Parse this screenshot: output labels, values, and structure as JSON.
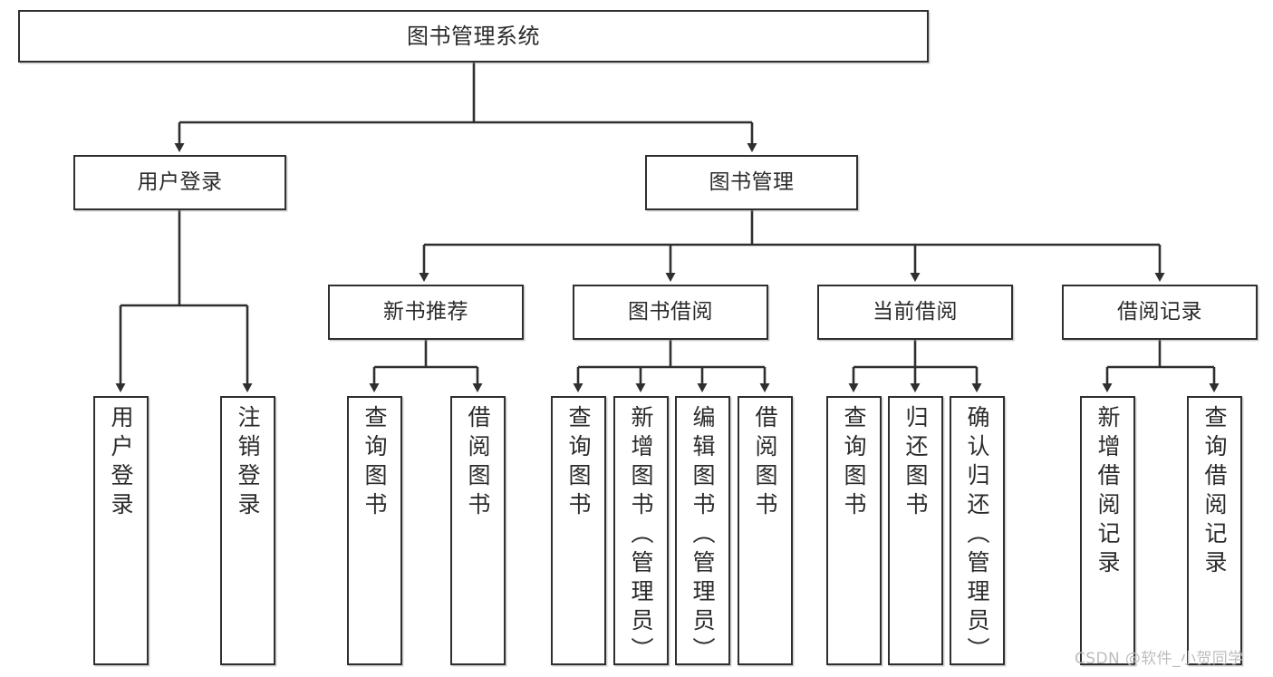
{
  "diagram": {
    "title": "图书管理系统",
    "watermark": "CSDN @软件_小贺同学",
    "colors": {
      "stroke": "#2f2f2f",
      "fill": "#ffffff",
      "text": "#2b2b2b",
      "watermark": "#bdbdbd"
    },
    "nodes": {
      "root": {
        "label": "图书管理系统"
      },
      "level1": [
        {
          "id": "user-login",
          "label": "用户登录"
        },
        {
          "id": "book-manage",
          "label": "图书管理"
        }
      ],
      "level2": [
        {
          "id": "new-book-recommend",
          "label": "新书推荐"
        },
        {
          "id": "book-borrow",
          "label": "图书借阅"
        },
        {
          "id": "current-borrow",
          "label": "当前借阅"
        },
        {
          "id": "borrow-record",
          "label": "借阅记录"
        }
      ],
      "leaves": {
        "user-login": [
          {
            "id": "leaf-user-login",
            "label": "用户登录"
          },
          {
            "id": "leaf-logout",
            "label": "注销登录"
          }
        ],
        "new-book-recommend": [
          {
            "id": "leaf-query-book-1",
            "label": "查询图书"
          },
          {
            "id": "leaf-borrow-book-1",
            "label": "借阅图书"
          }
        ],
        "book-borrow": [
          {
            "id": "leaf-query-book-2",
            "label": "查询图书"
          },
          {
            "id": "leaf-add-book",
            "label": "新增图书（管理员）"
          },
          {
            "id": "leaf-edit-book",
            "label": "编辑图书（管理员）"
          },
          {
            "id": "leaf-borrow-book-2",
            "label": "借阅图书"
          }
        ],
        "current-borrow": [
          {
            "id": "leaf-query-book-3",
            "label": "查询图书"
          },
          {
            "id": "leaf-return-book",
            "label": "归还图书"
          },
          {
            "id": "leaf-confirm-return",
            "label": "确认归还（管理员）"
          }
        ],
        "borrow-record": [
          {
            "id": "leaf-add-record",
            "label": "新增借阅记录"
          },
          {
            "id": "leaf-query-record",
            "label": "查询借阅记录"
          }
        ]
      }
    }
  }
}
